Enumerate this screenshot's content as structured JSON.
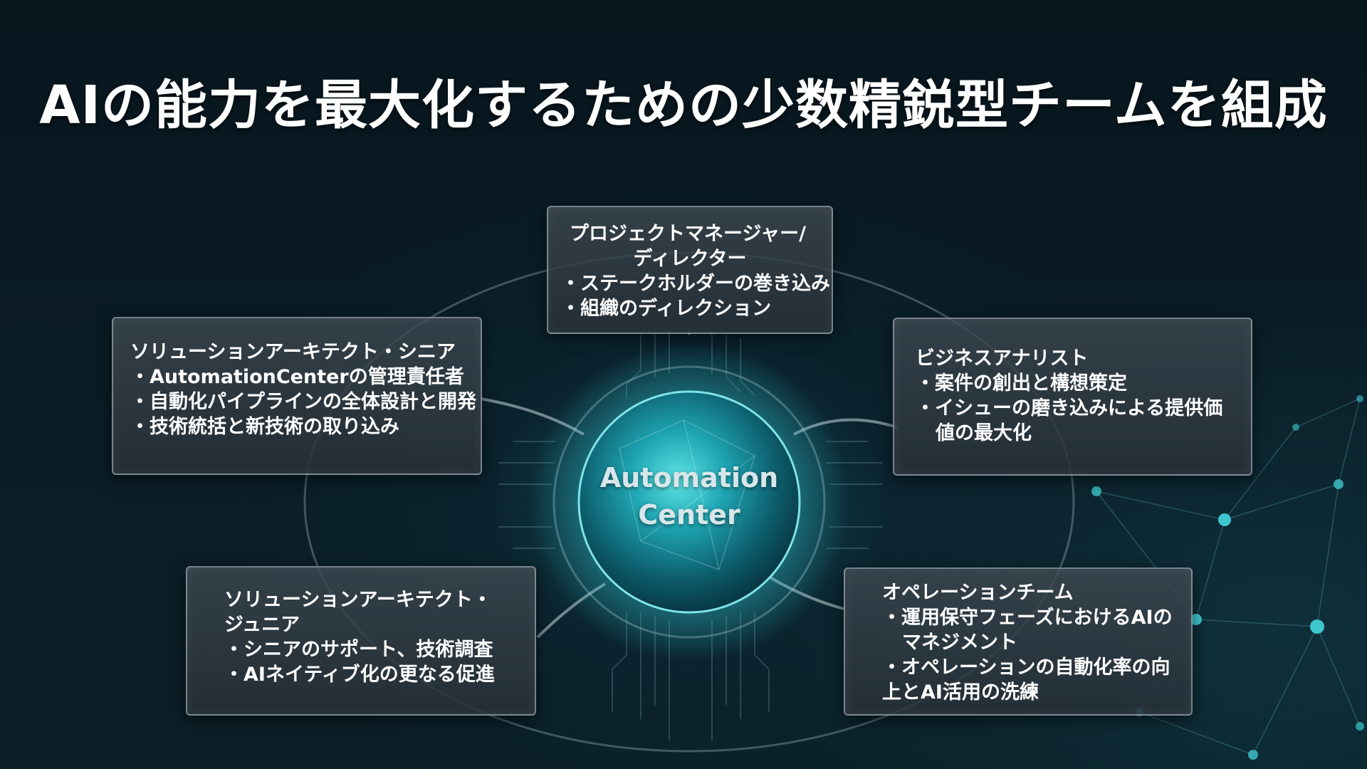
{
  "slide": {
    "title": "AIの能力を最大化するための少数精鋭型チームを組成"
  },
  "center": {
    "line1": "Automation",
    "line2": "Center",
    "glow_color": "#2fc4d0"
  },
  "roles": {
    "pm": {
      "title1": "プロジェクトマネージャー/",
      "title2": "ディレクター",
      "b1": "・ステークホルダーの巻き込み",
      "b2": "・組織のディレクション"
    },
    "arch_senior": {
      "title": "ソリューションアーキテクト・シニア",
      "b1": "・AutomationCenterの管理責任者",
      "b2": "・自動化パイプラインの全体設計と開発",
      "b3": "・技術統括と新技術の取り込み"
    },
    "analyst": {
      "title": "ビジネスアナリスト",
      "b1": "・案件の創出と構想策定",
      "b2a": "・イシューの磨き込みによる提供価",
      "b2b": "値の最大化"
    },
    "arch_junior": {
      "title1": "ソリューションアーキテクト・",
      "title2": "ジュニア",
      "b1": "・シニアのサポート、技術調査",
      "b2": "・AIネイティブ化の更なる促進"
    },
    "ops": {
      "title": "オペレーションチーム",
      "b1a": "・運用保守フェーズにおけるAIの",
      "b1b": "マネジメント",
      "b2a": "・オペレーションの自動化率の向",
      "b2b": "上とAI活用の洗練"
    }
  },
  "colors": {
    "background": "#07141c",
    "accent": "#2fc4d0",
    "box_border": "#b9c8d2"
  }
}
